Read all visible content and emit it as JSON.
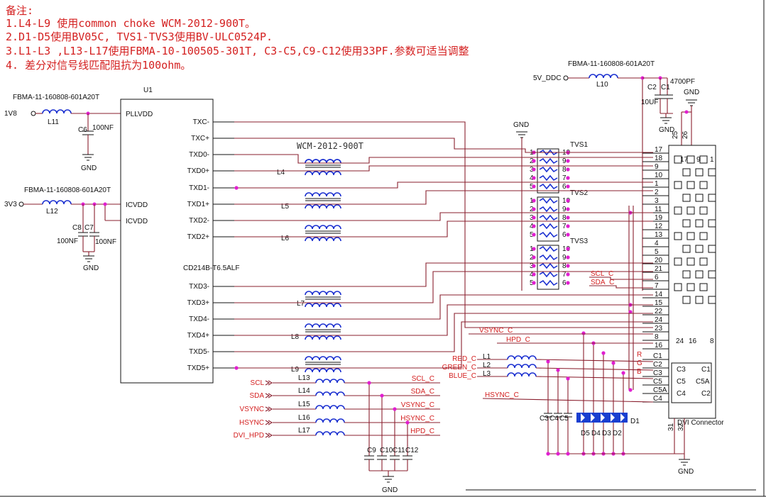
{
  "notes": {
    "heading": "备注:",
    "n1": "1.L4-L9 使用common choke WCM-2012-900T。",
    "n2": "2.D1-D5使用BV05C, TVS1-TVS3使用BV-ULC0524P.",
    "n3": "3.L1-L3 ,L13-L17使用FBMA-10-100505-301T, C3-C5,C9-C12使用33PF.参数可适当调整",
    "n4": "4. 差分对信号线匹配阻抗为100ohm。"
  },
  "power": {
    "fb_part": "FBMA-11-160808-601A20T",
    "v1v8": "1V8",
    "v3v3": "3V3",
    "v5ddc": "5V_DDC",
    "l11": "L11",
    "l12": "L12",
    "l10": "L10",
    "c6": "C6",
    "c6_val": "100NF",
    "c8": "C8",
    "c7": "C7",
    "c8_val": "100NF",
    "c7_val": "100NF",
    "c2": "C2",
    "c1": "C1",
    "c2_val": "10UF",
    "c1_val": "4700PF",
    "gnd": "GND"
  },
  "u1": {
    "ref": "U1",
    "part": "CD214B-T6.5ALF",
    "left_pins": [
      "PLLVDD",
      "ICVDD",
      "ICVDD"
    ],
    "right_pins": [
      "TXC-",
      "TXC+",
      "TXD0-",
      "TXD0+",
      "TXD1-",
      "TXD1+",
      "TXD2-",
      "TXD2+",
      "TXD3-",
      "TXD3+",
      "TXD4-",
      "TXD4+",
      "TXD5-",
      "TXD5+"
    ]
  },
  "chokes": {
    "part": "WCM-2012-900T",
    "labels": [
      "L4",
      "L5",
      "L6",
      "L7",
      "L8",
      "L9"
    ]
  },
  "tvs": {
    "labels": [
      "TVS1",
      "TVS2",
      "TVS3"
    ],
    "pins_left": [
      "1",
      "2",
      "3",
      "4",
      "5"
    ],
    "pins_right": [
      "10",
      "9",
      "8",
      "7",
      "6"
    ]
  },
  "dvi": {
    "title": "DVI Connector",
    "pins": [
      "17",
      "18",
      "9",
      "10",
      "1",
      "2",
      "3",
      "11",
      "19",
      "12",
      "13",
      "4",
      "5",
      "20",
      "21",
      "6",
      "7",
      "14",
      "15",
      "22",
      "24",
      "23",
      "8",
      "16"
    ],
    "analog_pins": [
      "C1",
      "C2",
      "C3",
      "C5",
      "C5A",
      "C4"
    ],
    "rgb": [
      "R",
      "G",
      "B"
    ],
    "top_pins": [
      "25",
      "26"
    ],
    "bottom_pins": [
      "31",
      "32"
    ],
    "inner": [
      "17",
      "9",
      "1",
      "24",
      "16",
      "8",
      "C3",
      "C1",
      "C5",
      "C5A",
      "C4",
      "C2"
    ]
  },
  "signals": {
    "scl_c": "SCL_C",
    "sda_c": "SDA_C",
    "vsync_c": "VSYNC_C",
    "hpd_c": "HPD_C",
    "red_c": "RED_C",
    "green_c": "GREEN_C",
    "blue_c": "BLUE_C",
    "hsync_c": "HSYNC_C"
  },
  "rgb_filters": [
    "L1",
    "L2",
    "L3"
  ],
  "diodes": {
    "caps": [
      "C3",
      "C4",
      "C5"
    ],
    "labels": [
      "D5",
      "D4",
      "D3",
      "D2",
      "D1"
    ]
  },
  "ddc": {
    "inputs": [
      "SCL",
      "SDA",
      "VSYNC",
      "HSYNC",
      "DVI_HPD"
    ],
    "inductors": [
      "L13",
      "L14",
      "L15",
      "L16",
      "L17"
    ],
    "outputs": [
      "SCL_C",
      "SDA_C",
      "VSYNC_C",
      "HSYNC_C",
      "HPD_C"
    ],
    "caps": [
      "C9",
      "C10",
      "C11",
      "C12"
    ]
  }
}
